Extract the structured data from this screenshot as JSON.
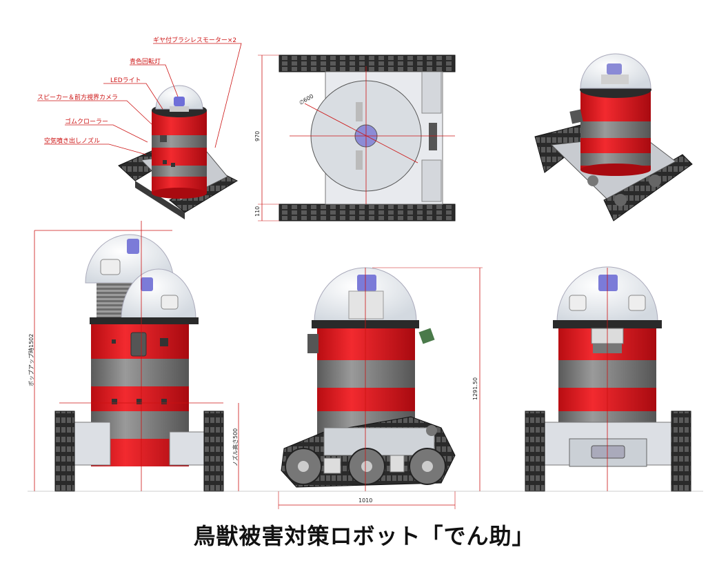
{
  "title": "鳥獣被害対策ロボット「でん助」",
  "callouts": {
    "motor": "ギヤ付ブラシレスモーター×2",
    "beacon": "青色回転灯",
    "led": "LEDライト",
    "speaker_camera": "スピーカー＆前方視界カメラ",
    "crawler": "ゴムクローラー",
    "nozzle": "空気噴き出しノズル"
  },
  "dimensions": {
    "diameter": "∅600",
    "length": "970",
    "track_width": "110",
    "popup_height": "ポップアップ時1502",
    "nozzle_height": "ノズル高さ500",
    "total_height": "1291.50",
    "overall_length": "1010"
  },
  "colors": {
    "body_red": "#e0141b",
    "band_gray": "#7b7b7b",
    "dome": "#dfe4ea",
    "beacon_blue": "#6f6fd8",
    "dim_line": "#cc1111",
    "track": "#2a2a2a"
  }
}
